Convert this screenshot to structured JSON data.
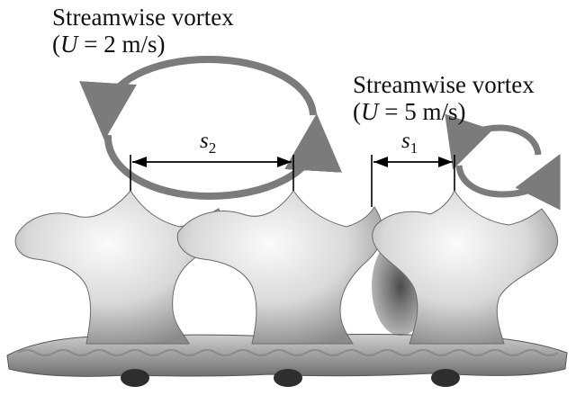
{
  "vortex_large": {
    "title": "Streamwise vortex",
    "open_paren": "(",
    "var": "U",
    "eq": " = 2 m/s)"
  },
  "vortex_small": {
    "title": "Streamwise vortex",
    "open_paren": "(",
    "var": "U",
    "eq": " = 5 m/s)"
  },
  "spacing_large": {
    "symbol": "s",
    "subscript": "2"
  },
  "spacing_small": {
    "symbol": "s",
    "subscript": "1"
  },
  "colors": {
    "arrow": "#7b7b7b",
    "dimension_line": "#000000",
    "surface_light": "#f2f2f2",
    "surface_dark": "#6a6a6a"
  }
}
